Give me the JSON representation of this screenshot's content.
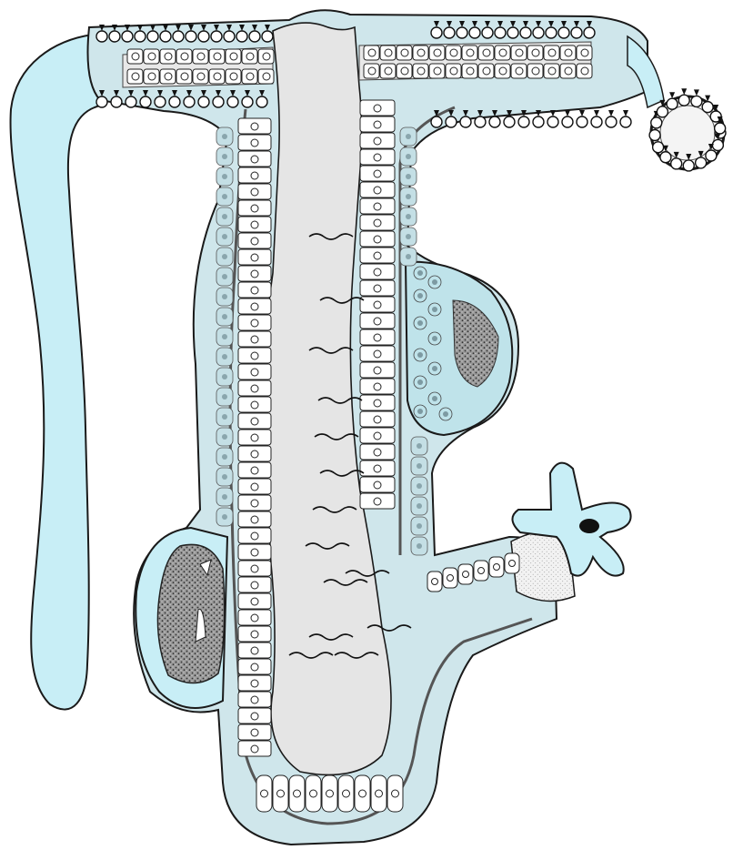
{
  "figure": {
    "labels": [],
    "colors": {
      "background": "#ffffff",
      "mesoglea_blue": "#c8eef6",
      "ectoderm_fill": "#cfe6eb",
      "ectoderm_nucleus": "#8aa6ad",
      "cavity_grey": "#e5e5e5",
      "cell_white": "#ffffff",
      "outline": "#1a1a1a",
      "dark_mass_fill": "#7c7c7c"
    },
    "structures": [
      {
        "name": "body-column",
        "kind": "tubular body wall with central cavity"
      },
      {
        "name": "left-tentacle",
        "kind": "long hollow extension"
      },
      {
        "name": "upper-left-arm",
        "kind": "horizontal arm with spiny cells"
      },
      {
        "name": "upper-right-arm",
        "kind": "horizontal arm with spiny cells"
      },
      {
        "name": "nematocyst-knob",
        "kind": "rounded spiny capsule cluster"
      },
      {
        "name": "right-bud-cluster",
        "kind": "swelling filled with small round cells and stippled mass"
      },
      {
        "name": "left-bud-cluster",
        "kind": "swelling containing stippled dark mass"
      },
      {
        "name": "lower-right-branch",
        "kind": "side branch with star-shaped blue cell"
      },
      {
        "name": "flagella",
        "kind": "wavy lines inside cavity"
      }
    ]
  }
}
